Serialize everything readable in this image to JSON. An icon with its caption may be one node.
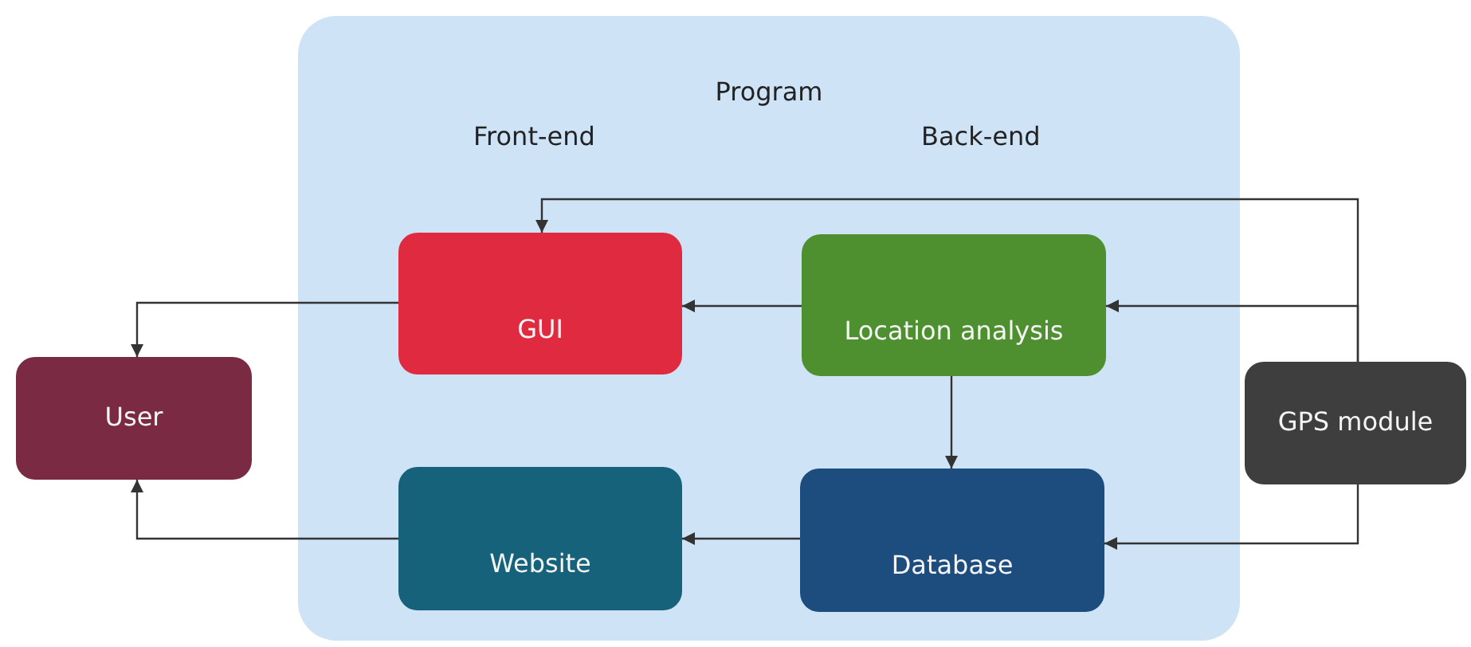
{
  "diagram": {
    "nodes": [
      {
        "text": [
          "Program"
        ]
      },
      {
        "text": [
          "GUI"
        ],
        "in": 0
      },
      {
        "text": [
          "Location analysis"
        ],
        "in": 0
      },
      {
        "text": [
          "User"
        ]
      },
      {
        "text": [
          "GPS module"
        ]
      },
      {
        "text": [
          "Website"
        ],
        "in": 0
      },
      {
        "text": [
          "Database"
        ],
        "in": 0
      }
    ],
    "edges": [
      {
        "from": 4,
        "to": 1,
        "arrow": "to"
      },
      {
        "from": 4,
        "to": 2,
        "arrow": "to"
      },
      {
        "from": 4,
        "to": 6,
        "arrow": "to"
      },
      {
        "from": 2,
        "to": 1,
        "arrow": "to"
      },
      {
        "from": 2,
        "to": 6,
        "arrow": "to"
      },
      {
        "from": 1,
        "to": 3,
        "arrow": "to"
      },
      {
        "from": 5,
        "to": 3,
        "arrow": "to"
      },
      {
        "from": 6,
        "to": 5,
        "arrow": "to"
      }
    ],
    "labels": [
      "Front-end",
      "Back-end"
    ]
  }
}
